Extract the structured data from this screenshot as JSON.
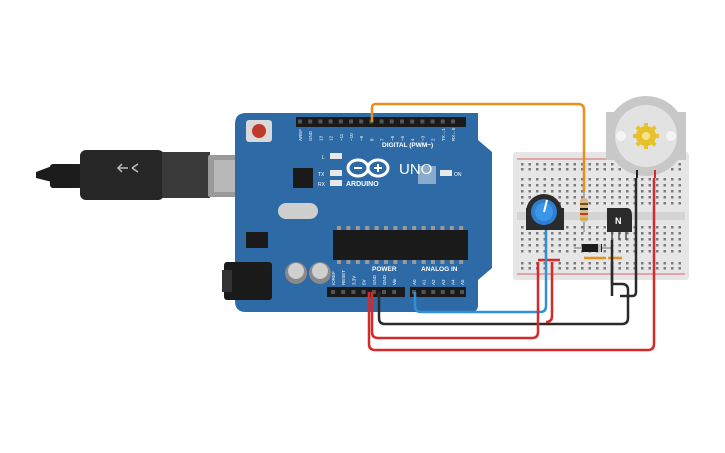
{
  "board": {
    "brand": "ARDUINO",
    "model": "UNO",
    "digital_header_label": "DIGITAL (PWM~)",
    "power_header_label": "POWER",
    "analog_header_label": "ANALOG IN",
    "on_led_label": "ON",
    "led_l_label": "L",
    "led_tx_label": "TX",
    "led_rx_label": "RX",
    "digital_pins": [
      "AREF",
      "GND",
      "13",
      "12",
      "~11",
      "~10",
      "~9",
      "8",
      "7",
      "~6",
      "~5",
      "4",
      "~3",
      "2",
      "TX→1",
      "RX←0"
    ],
    "power_pins": [
      "IOREF",
      "RESET",
      "3.3V",
      "5V",
      "GND",
      "GND",
      "Vin"
    ],
    "analog_pins": [
      "A0",
      "A1",
      "A2",
      "A3",
      "A4",
      "A5"
    ]
  },
  "components": {
    "transistor_label": "N"
  },
  "colors": {
    "board": "#2e6aa6",
    "wire_orange": "#e8901c",
    "wire_red": "#d42a2a",
    "wire_black": "#2a2a2a",
    "wire_blue": "#2f8fd8",
    "breadboard": "#e6e6e6"
  }
}
